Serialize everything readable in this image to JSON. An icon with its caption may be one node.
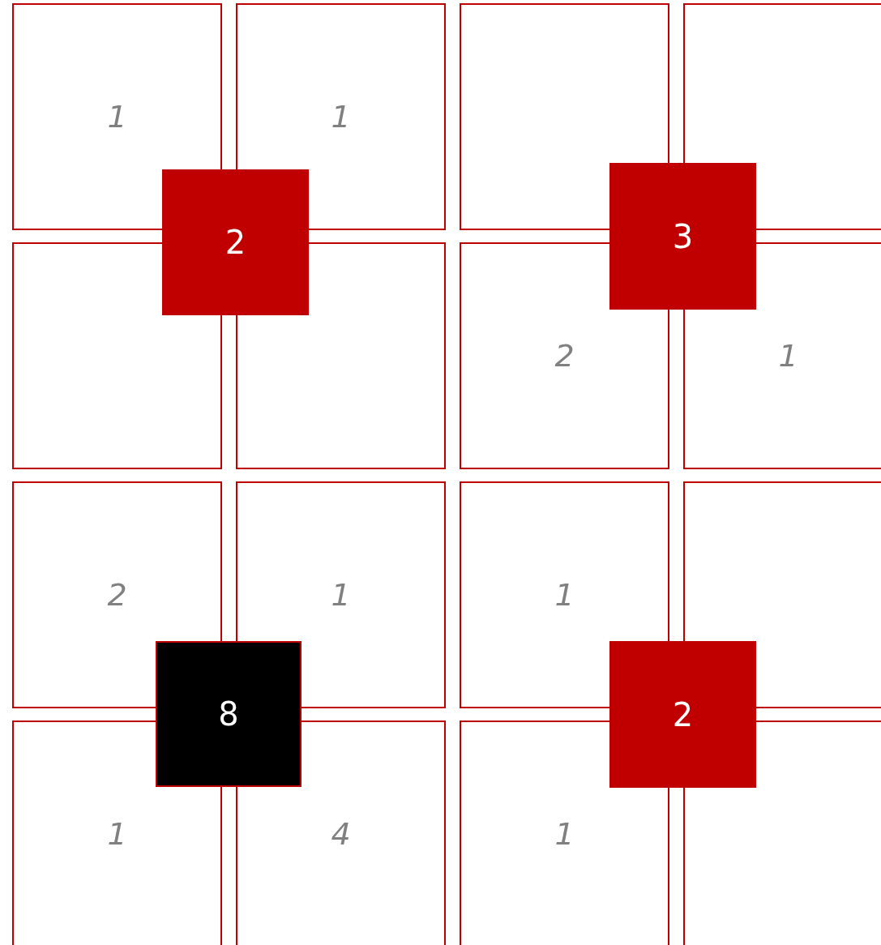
{
  "diagram": {
    "nodes": [
      {
        "text": [
          "1"
        ]
      },
      {
        "text": [
          "1"
        ]
      },
      {
        "text": [],
        "shape": "box"
      },
      {
        "text": [],
        "shape": "box"
      },
      {
        "text": [],
        "shape": "box"
      },
      {
        "text": [],
        "shape": "box"
      },
      {
        "text": [
          "2"
        ]
      },
      {
        "text": [
          "1"
        ]
      },
      {
        "text": [
          "2"
        ]
      },
      {
        "text": [
          "1"
        ]
      },
      {
        "text": [
          "1"
        ]
      },
      {
        "text": [],
        "shape": "box"
      },
      {
        "text": [
          "1"
        ]
      },
      {
        "text": [
          "4"
        ]
      },
      {
        "text": [
          "1"
        ]
      },
      {
        "text": [],
        "shape": "box"
      },
      {
        "text": [
          "2"
        ]
      },
      {
        "text": [
          "3"
        ]
      },
      {
        "text": [
          "8"
        ]
      },
      {
        "text": [
          "2"
        ]
      }
    ]
  }
}
